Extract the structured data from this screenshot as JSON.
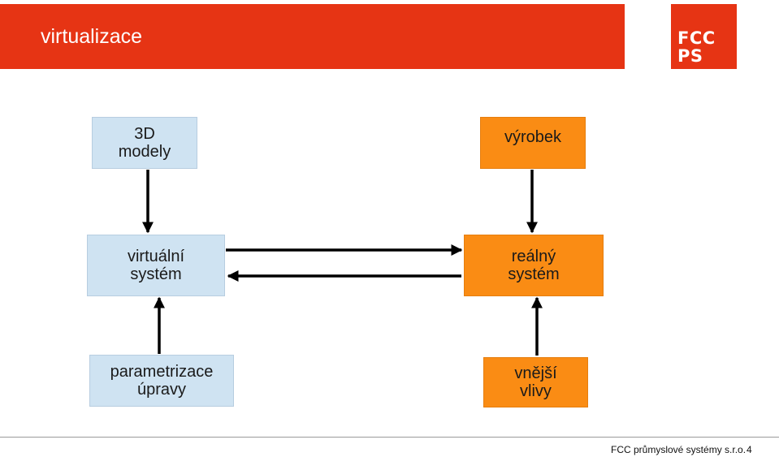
{
  "header": {
    "title": "virtualizace",
    "logo_line1": "FCC",
    "logo_line2": "PS"
  },
  "diagram": {
    "models": {
      "line1": "3D",
      "line2": "modely"
    },
    "product": {
      "line1": "výrobek"
    },
    "virtual_system": {
      "line1": "virtuální",
      "line2": "systém"
    },
    "real_system": {
      "line1": "reálný",
      "line2": "systém"
    },
    "parametrization": {
      "line1": "parametrizace",
      "line2": "úpravy"
    },
    "external": {
      "line1": "vnější",
      "line2": "vlivy"
    }
  },
  "footer": {
    "company": "FCC průmyslové systémy s.r.o.",
    "page_number": "4"
  },
  "colors": {
    "accent_red": "#e63414",
    "box_blue": "#cfe3f2",
    "box_orange": "#fa8c14",
    "arrow": "#000000"
  }
}
